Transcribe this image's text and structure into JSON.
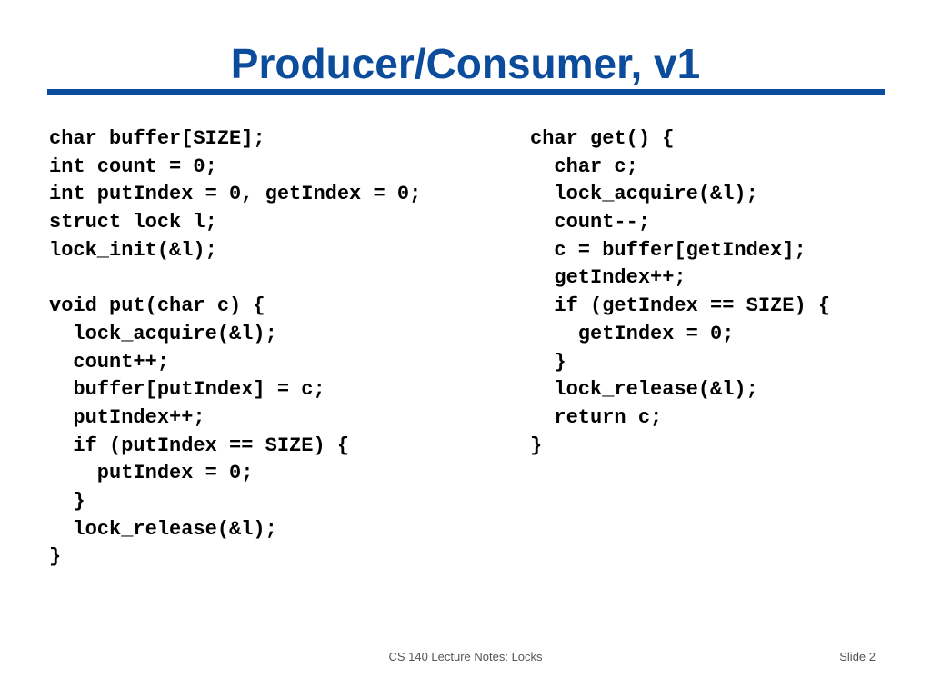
{
  "slide": {
    "title": "Producer/Consumer, v1",
    "footer_center": "CS 140 Lecture Notes: Locks",
    "footer_right": "Slide 2"
  },
  "code": {
    "left": [
      "char buffer[SIZE];",
      "int count = 0;",
      "int putIndex = 0, getIndex = 0;",
      "struct lock l;",
      "lock_init(&l);",
      "",
      "void put(char c) {",
      "  lock_acquire(&l);",
      "  count++;",
      "  buffer[putIndex] = c;",
      "  putIndex++;",
      "  if (putIndex == SIZE) {",
      "    putIndex = 0;",
      "  }",
      "  lock_release(&l);",
      "}"
    ],
    "right": [
      "char get() {",
      "  char c;",
      "  lock_acquire(&l);",
      "  count--;",
      "  c = buffer[getIndex];",
      "  getIndex++;",
      "  if (getIndex == SIZE) {",
      "    getIndex = 0;",
      "  }",
      "  lock_release(&l);",
      "  return c;",
      "}"
    ]
  }
}
